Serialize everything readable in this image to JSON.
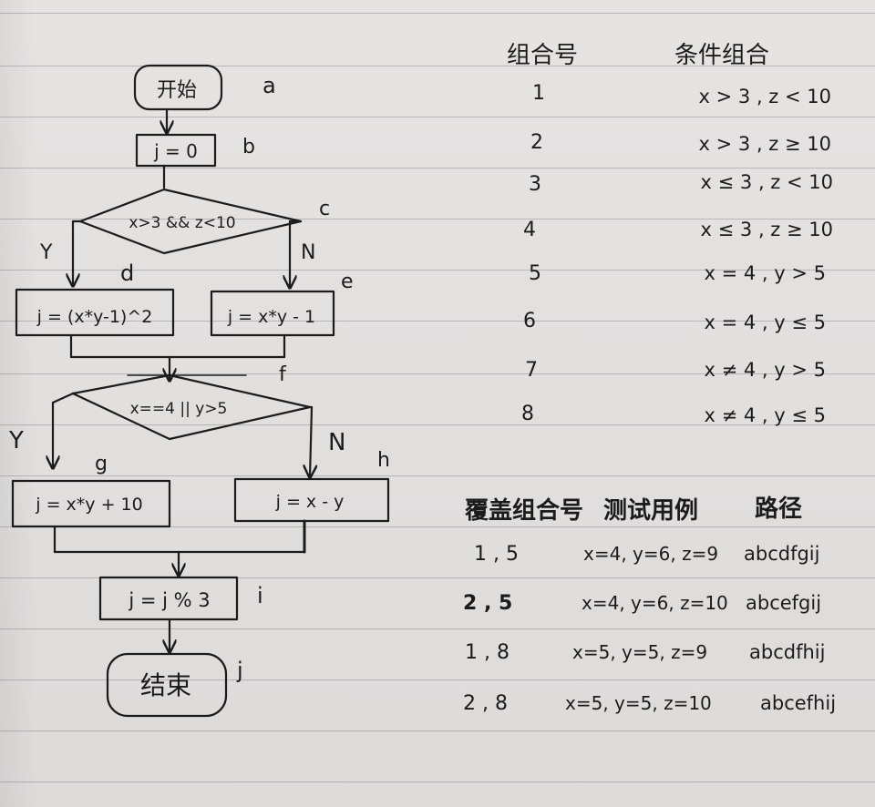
{
  "flowchart": {
    "nodes": {
      "start": {
        "text": "开始",
        "tag": "a"
      },
      "init": {
        "text": "j = 0",
        "tag": "b"
      },
      "cond1": {
        "text": "x>3 && z<10",
        "tag": "c"
      },
      "proc_d": {
        "text": "j = (x*y-1)^2",
        "tag": "d"
      },
      "proc_e": {
        "text": "j = x*y - 1",
        "tag": "e"
      },
      "cond2": {
        "text": "x==4 || y>5",
        "tag": "f"
      },
      "proc_g": {
        "text": "j = x*y + 10",
        "tag": "g"
      },
      "proc_h": {
        "text": "j = x - y",
        "tag": "h"
      },
      "proc_i": {
        "text": "j = j % 3",
        "tag": "i"
      },
      "end": {
        "text": "结束",
        "tag": "j"
      }
    },
    "branch_labels": {
      "cond1_yes": "Y",
      "cond1_no": "N",
      "cond2_yes": "Y",
      "cond2_no": "N"
    }
  },
  "condition_table": {
    "headers": [
      "组合号",
      "条件组合"
    ],
    "rows": [
      {
        "no": "1",
        "cond": "x > 3 , z < 10"
      },
      {
        "no": "2",
        "cond": "x > 3 , z ≥ 10"
      },
      {
        "no": "3",
        "cond": "x ≤ 3 , z < 10"
      },
      {
        "no": "4",
        "cond": "x ≤ 3 , z ≥ 10"
      },
      {
        "no": "5",
        "cond": "x = 4 , y > 5"
      },
      {
        "no": "6",
        "cond": "x = 4 , y ≤ 5"
      },
      {
        "no": "7",
        "cond": "x ≠ 4 , y > 5"
      },
      {
        "no": "8",
        "cond": "x ≠ 4 , y ≤ 5"
      }
    ]
  },
  "test_table": {
    "headers": [
      "覆盖组合号",
      "测试用例",
      "路径"
    ],
    "rows": [
      {
        "combo": "1 , 5",
        "case": "x=4, y=6, z=9",
        "path": "abcdfgij"
      },
      {
        "combo": "2 , 5",
        "case": "x=4, y=6, z=10",
        "path": "abcefgij"
      },
      {
        "combo": "1 , 8",
        "case": "x=5, y=5, z=9",
        "path": "abcdfhij"
      },
      {
        "combo": "2 , 8",
        "case": "x=5, y=5, z=10",
        "path": "abcefhij"
      }
    ]
  }
}
